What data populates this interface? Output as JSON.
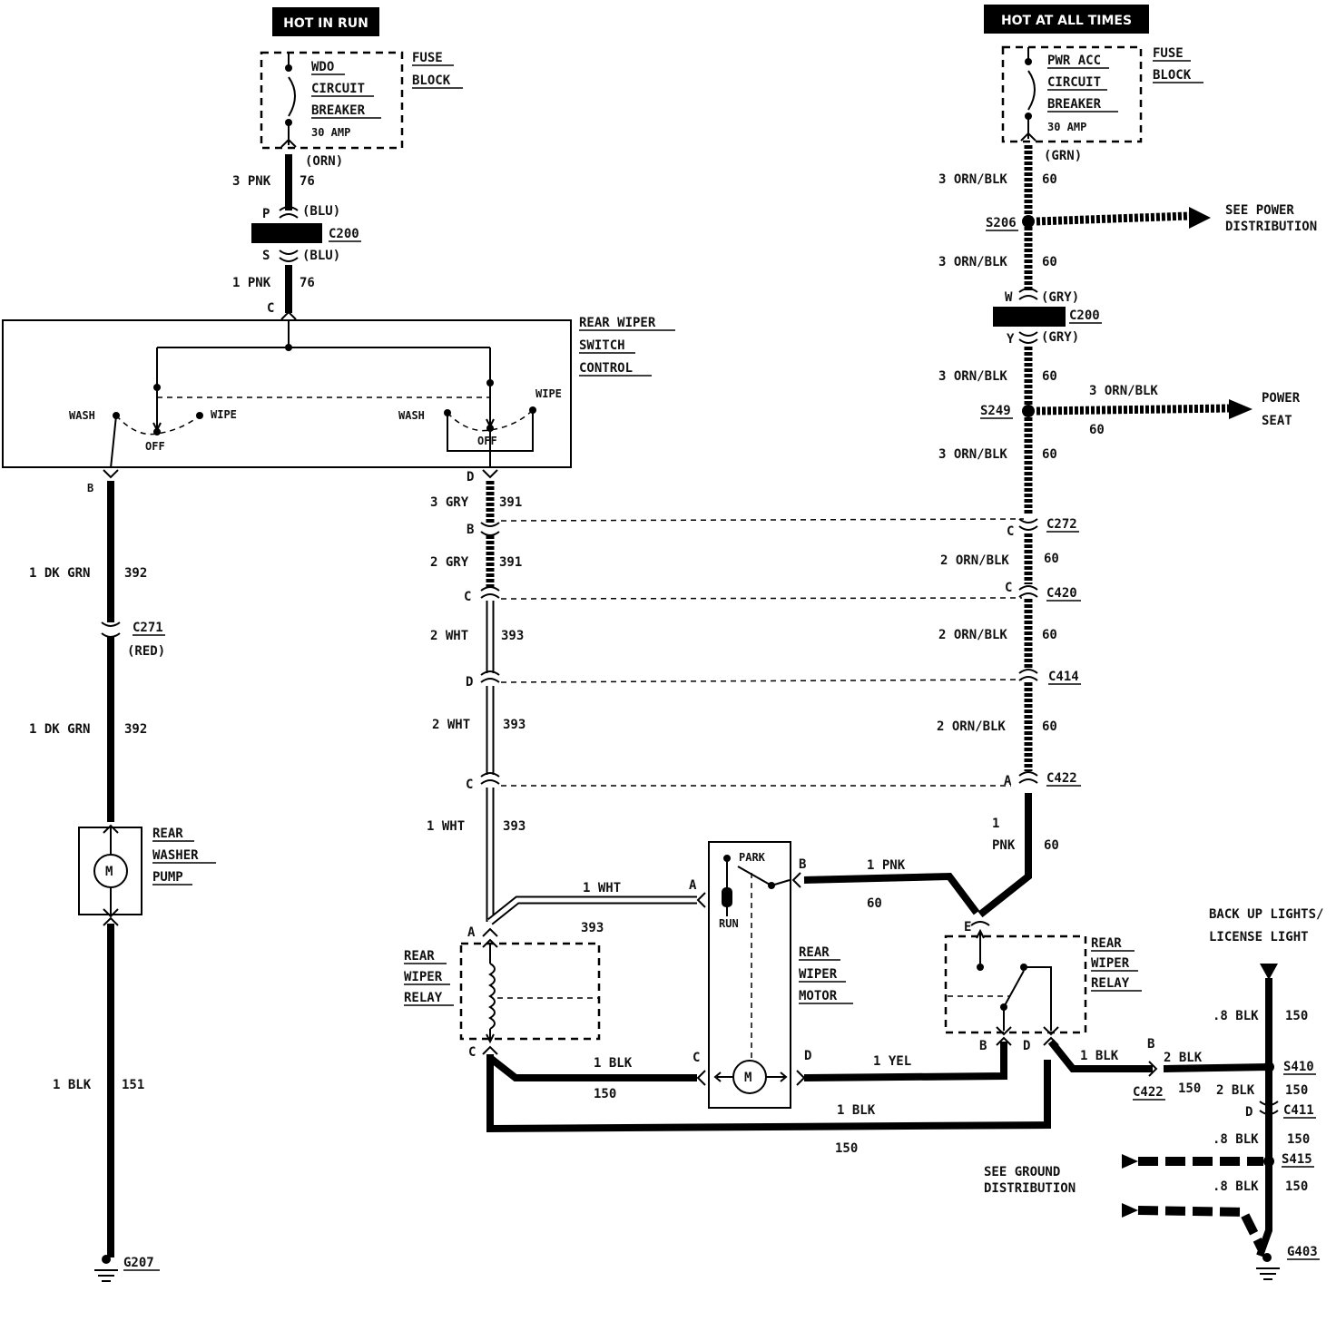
{
  "headers": {
    "hot_in_run": "HOT IN RUN",
    "hot_at_all_times": "HOT AT ALL TIMES"
  },
  "fuse_left": {
    "line1": "WDO",
    "line2": "CIRCUIT",
    "line3": "BREAKER",
    "rating": "30 AMP",
    "block1": "FUSE",
    "block2": "BLOCK",
    "term_color": "(ORN)"
  },
  "fuse_right": {
    "line1": "PWR ACC",
    "line2": "CIRCUIT",
    "line3": "BREAKER",
    "rating": "30 AMP",
    "block1": "FUSE",
    "block2": "BLOCK",
    "term_color": "(GRN)"
  },
  "left_feed": {
    "wire1": "3 PNK",
    "circ1": "76",
    "p_pin": "P",
    "p_color": "(BLU)",
    "connector": "C200",
    "s_pin": "S",
    "s_color": "(BLU)",
    "wire2": "1 PNK",
    "circ2": "76",
    "c_pin": "C"
  },
  "switch": {
    "title1": "REAR WIPER",
    "title2": "SWITCH",
    "title3": "CONTROL",
    "wash_l": "WASH",
    "wipe_l": "WIPE",
    "off_l": "OFF",
    "wash_r": "WASH",
    "wipe_r": "WIPE",
    "off_r": "OFF",
    "pin_b": "B",
    "pin_d": "D"
  },
  "washer_circuit": {
    "wire1": "1 DK GRN",
    "circ1": "392",
    "connector": "C271",
    "conn_color": "(RED)",
    "wire2": "1 DK GRN",
    "circ2": "392",
    "pump1": "REAR",
    "pump2": "WASHER",
    "pump3": "PUMP",
    "motor": "M",
    "wire3": "1 BLK",
    "circ3": "151",
    "ground": "G207"
  },
  "wiper_circuit": {
    "wire1": "3 GRY",
    "circ1": "391",
    "pin_b": "B",
    "wire2": "2 GRY",
    "circ2": "391",
    "pin_c1": "C",
    "wire3": "2 WHT",
    "circ3": "393",
    "pin_d": "D",
    "wire4": "2 WHT",
    "circ4": "393",
    "pin_c2": "C",
    "wire5": "1 WHT",
    "circ5": "393",
    "pin_a": "A",
    "to_motor": "1 WHT",
    "to_motor_circ": "393"
  },
  "right_feed": {
    "wire1": "3 ORN/BLK",
    "circ1": "60",
    "splice1": "S206",
    "see1": "SEE POWER",
    "see2": "DISTRIBUTION",
    "wire2": "3 ORN/BLK",
    "circ2": "60",
    "w_pin": "W",
    "w_color": "(GRY)",
    "connector": "C200",
    "y_pin": "Y",
    "y_color": "(GRY)",
    "wire3": "3 ORN/BLK",
    "circ3": "60",
    "splice2": "S249",
    "seat_wire": "3 ORN/BLK",
    "seat_circ": "60",
    "seat1": "POWER",
    "seat2": "SEAT",
    "wire4": "3 ORN/BLK",
    "circ4": "60",
    "pin_c1": "C",
    "conn1": "C272",
    "wire5": "2 ORN/BLK",
    "circ5": "60",
    "pin_c2": "C",
    "conn2": "C420",
    "wire6": "2 ORN/BLK",
    "circ6": "60",
    "conn3": "C414",
    "wire7": "2 ORN/BLK",
    "circ7": "60",
    "pin_a": "A",
    "conn4": "C422",
    "wire8a": "1",
    "wire8b": "PNK",
    "circ8": "60"
  },
  "motor": {
    "park": "PARK",
    "run": "RUN",
    "m": "M",
    "title1": "REAR",
    "title2": "WIPER",
    "title3": "MOTOR",
    "pin_a": "A",
    "pin_b": "B",
    "pin_c": "C",
    "pin_d": "D",
    "b_wire": "1 PNK",
    "b_circ": "60",
    "d_wire": "1 YEL"
  },
  "relay_left": {
    "title1": "REAR",
    "title2": "WIPER",
    "title3": "RELAY",
    "pin_a": "A",
    "pin_c": "C",
    "gnd_wire": "1 BLK",
    "gnd_circ": "150",
    "bottom_wire": "1 BLK",
    "bottom_circ": "150"
  },
  "relay_right": {
    "title1": "REAR",
    "title2": "WIPER",
    "title3": "RELAY",
    "pin_e": "E",
    "pin_b": "B",
    "pin_d": "D",
    "out_wire": "1 BLK"
  },
  "ground_circuit": {
    "backup1": "BACK UP LIGHTS/",
    "backup2": "LICENSE LIGHT",
    "wire1": ".8 BLK",
    "circ1": "150",
    "pin_b": "B",
    "wire_b": "2 BLK",
    "conn_c422": "C422",
    "circ_c422": "150",
    "splice1": "S410",
    "wire2": "2 BLK",
    "circ2": "150",
    "pin_d": "D",
    "conn_c411": "C411",
    "wire3": ".8 BLK",
    "circ3": "150",
    "splice2": "S415",
    "see1": "SEE GROUND",
    "see2": "DISTRIBUTION",
    "wire4": ".8 BLK",
    "circ4": "150",
    "ground": "G403"
  }
}
